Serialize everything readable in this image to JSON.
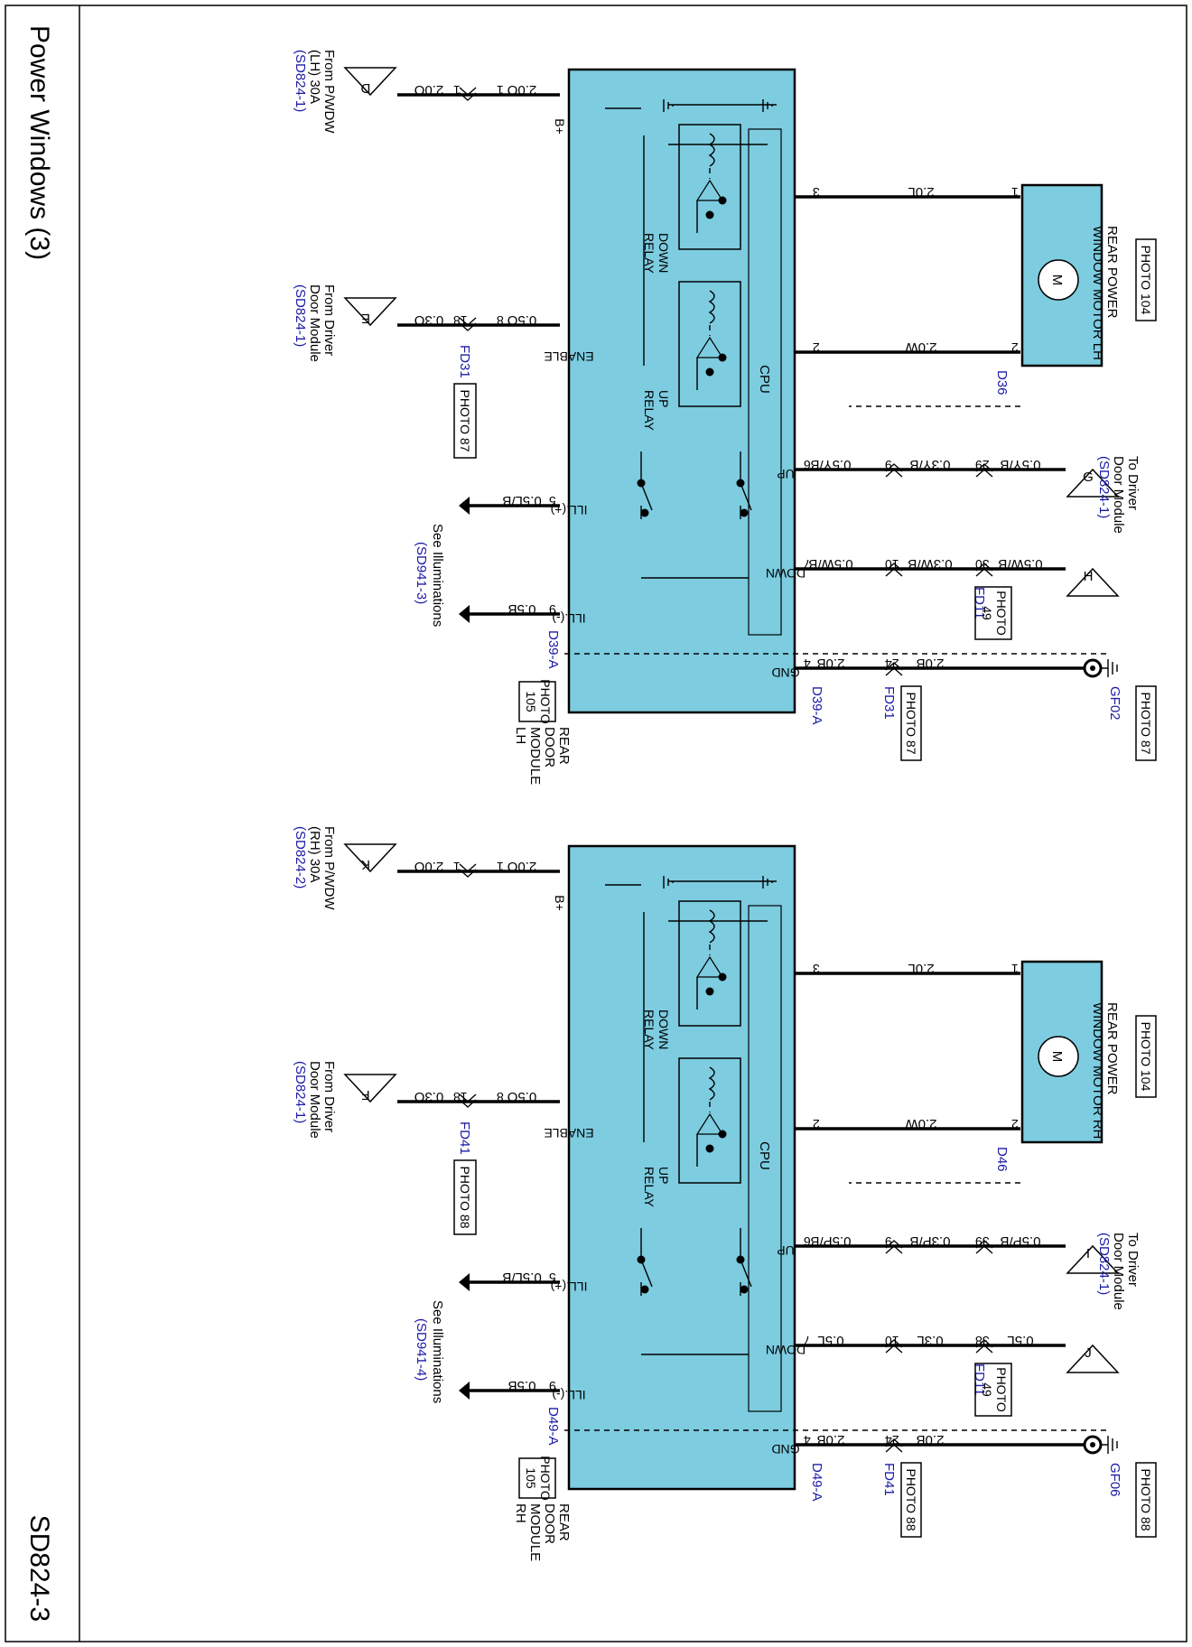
{
  "page": {
    "title": "Power Windows (3)",
    "code": "SD824-3"
  },
  "sections": [
    {
      "source": {
        "text": [
          "From P/WDW",
          "(LH) 30A"
        ],
        "ref": "(SD824-1)",
        "letter": "D"
      },
      "enable_src": {
        "text": [
          "From Driver",
          "Door Module"
        ],
        "ref": "(SD824-1)",
        "letter": "E"
      },
      "illum": {
        "text": "See Illuminations",
        "ref": "(SD941-3)"
      },
      "driver": {
        "text": [
          "To Driver",
          "Door Module"
        ],
        "ref": "(SD824-1)",
        "up_letter": "G",
        "down_letter": "H"
      },
      "module": {
        "name": [
          "REAR",
          "DOOR",
          "MODULE",
          "LH"
        ],
        "photo": [
          "PHOTO",
          "105"
        ],
        "pins": {
          "bplus": "B+",
          "enable": "ENABLE",
          "cpu": "CPU",
          "illp": "ILL.(+)",
          "illm": "ILL.(-)",
          "up": "UP",
          "down": "DOWN",
          "gnd": "GND"
        },
        "down_relay": [
          "DOWN",
          "RELAY"
        ],
        "up_relay": [
          "UP",
          "RELAY"
        ]
      },
      "motor": {
        "name": [
          "REAR POWER",
          "WINDOW MOTOR LH"
        ],
        "photo": "PHOTO 104",
        "symbol": "M",
        "conn": "D36"
      },
      "wires": {
        "bplus_in": "2.0O",
        "bplus_mod": "2.0O",
        "en_in": "0.3O",
        "en_mod": "0.5O",
        "illp": "0.5L/B",
        "illm": "0.5B",
        "m1": "2.0L",
        "m2": "2.0W",
        "up1": "0.5Y/B",
        "up2": "0.3Y/B",
        "up3": "0.5Y/B",
        "dn1": "0.5W/B",
        "dn2": "0.3W/B",
        "dn3": "0.5W/B",
        "gnd1": "2.0B",
        "gnd2": "2.0B"
      },
      "pins": {
        "bplus_mod": "1",
        "bplus_in": "1",
        "en_mod": "8",
        "en_in": "18",
        "illp": "5",
        "illm": "9",
        "m_mod1": "3",
        "m_mod2": "2",
        "mot1": "1",
        "mot2": "2",
        "up_mod": "6",
        "up_fd31": "9",
        "up_fd11": "29",
        "dn_mod": "7",
        "dn_fd31": "10",
        "dn_fd11": "30",
        "gnd_mod": "4",
        "gnd_fd": "24"
      },
      "conns": {
        "fd_en": "FD31",
        "fd_en_photo": "PHOTO 87",
        "d_mod": "D39-A",
        "fd_mid": "FD31",
        "fd_mid_photo": "PHOTO 87",
        "fd11": "FD11",
        "fd11_photo": [
          "PHOTO",
          "49"
        ],
        "gf": "GF02",
        "gf_photo": "PHOTO 87"
      }
    },
    {
      "source": {
        "text": [
          "From P/WDW",
          "(RH) 30A"
        ],
        "ref": "(SD824-2)",
        "letter": "K"
      },
      "enable_src": {
        "text": [
          "From Driver",
          "Door Module"
        ],
        "ref": "(SD824-1)",
        "letter": "F"
      },
      "illum": {
        "text": "See Illuminations",
        "ref": "(SD941-4)"
      },
      "driver": {
        "text": [
          "To Driver",
          "Door Module"
        ],
        "ref": "(SD824-1)",
        "up_letter": "I",
        "down_letter": "J"
      },
      "module": {
        "name": [
          "REAR",
          "DOOR",
          "MODULE",
          "RH"
        ],
        "photo": [
          "PHOTO",
          "105"
        ],
        "pins": {
          "bplus": "B+",
          "enable": "ENABLE",
          "cpu": "CPU",
          "illp": "ILL.(+)",
          "illm": "ILL.(-)",
          "up": "UP",
          "down": "DOWN",
          "gnd": "GND"
        },
        "down_relay": [
          "DOWN",
          "RELAY"
        ],
        "up_relay": [
          "UP",
          "RELAY"
        ]
      },
      "motor": {
        "name": [
          "REAR POWER",
          "WINDOW MOTOR RH"
        ],
        "photo": "PHOTO 104",
        "symbol": "M",
        "conn": "D46"
      },
      "wires": {
        "bplus_in": "2.0O",
        "bplus_mod": "2.0O",
        "en_in": "0.3O",
        "en_mod": "0.5O",
        "illp": "0.5L/B",
        "illm": "0.5B",
        "m1": "2.0L",
        "m2": "2.0W",
        "up1": "0.5P/B",
        "up2": "0.3P/B",
        "up3": "0.5P/B",
        "dn1": "0.5L",
        "dn2": "0.3L",
        "dn3": "0.5L",
        "gnd1": "2.0B",
        "gnd2": "2.0B"
      },
      "pins": {
        "bplus_mod": "1",
        "bplus_in": "1",
        "en_mod": "8",
        "en_in": "18",
        "illp": "5",
        "illm": "9",
        "m_mod1": "3",
        "m_mod2": "2",
        "mot1": "1",
        "mot2": "2",
        "up_mod": "6",
        "up_fd31": "9",
        "up_fd11": "39",
        "dn_mod": "7",
        "dn_fd31": "10",
        "dn_fd11": "38",
        "gnd_mod": "4",
        "gnd_fd": "24"
      },
      "conns": {
        "fd_en": "FD41",
        "fd_en_photo": "PHOTO 88",
        "d_mod": "D49-A",
        "fd_mid": "FD41",
        "fd_mid_photo": "PHOTO 88",
        "fd11": "FD11",
        "fd11_photo": [
          "PHOTO",
          "49"
        ],
        "gf": "GF06",
        "gf_photo": "PHOTO 88"
      }
    }
  ]
}
